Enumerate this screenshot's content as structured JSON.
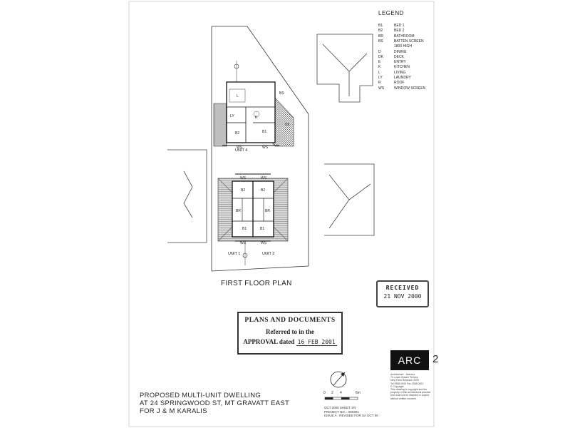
{
  "legend": {
    "title": "LEGEND",
    "items": [
      {
        "code": "B1",
        "desc": "BED 1"
      },
      {
        "code": "B2",
        "desc": "BED 2"
      },
      {
        "code": "BR",
        "desc": "BATHROOM"
      },
      {
        "code": "BS",
        "desc": "BATTEN SCREEN"
      },
      {
        "code": "",
        "desc": "1800 HIGH"
      },
      {
        "code": "D",
        "desc": "DINING"
      },
      {
        "code": "DK",
        "desc": "DECK"
      },
      {
        "code": "E",
        "desc": "ENTRY"
      },
      {
        "code": "K",
        "desc": "KITCHEN"
      },
      {
        "code": "L",
        "desc": "LIVING"
      },
      {
        "code": "LY",
        "desc": "LAUNDRY"
      },
      {
        "code": "R",
        "desc": "ROOF"
      },
      {
        "code": "WS",
        "desc": "WINDOW SCREEN"
      }
    ]
  },
  "plan": {
    "unit4_label": "UNIT 4",
    "unit1_label": "UNIT 1",
    "unit2_label": "UNIT 2",
    "room_labels": {
      "u4_living": "L",
      "u4_bs": "BS",
      "u4_ly": "LY",
      "u4_k": "K",
      "u4_b2": "B2",
      "u4_b1": "B1",
      "u4_dk": "DK",
      "u4_ws_left": "WS",
      "u4_ws_right": "WS",
      "u12_ws_top_l": "WS",
      "u12_ws_top_r": "WS",
      "u12_b2_l": "B2",
      "u12_b2_r": "B2",
      "u12_br_l": "BR",
      "u12_br_r": "BR",
      "u12_b1_l": "B1",
      "u12_b1_r": "B1",
      "u12_ws_bot_l": "WS",
      "u12_ws_bot_r": "WS"
    },
    "floor_title": "FIRST FLOOR PLAN"
  },
  "stamps": {
    "plans": {
      "line1": "PLANS AND DOCUMENTS",
      "line2": "Referred to in the",
      "line3_prefix": "APPROVAL dated",
      "date": "16 FEB 2001"
    },
    "received": {
      "line1": "RECEIVED",
      "line2": "21 NOV 2000"
    }
  },
  "title_block": {
    "line1": "PROPOSED MULTI-UNIT DWELLING",
    "line2": "AT 24 SPRINGWOOD ST, MT GRAVATT EAST",
    "line3": "FOR J & M KARALIS",
    "scale": {
      "zero": "0",
      "two": "2",
      "four": "4",
      "six": "6m"
    },
    "date_line": "OCT 2000     SHEET 3/4",
    "project_line": "PROJECT NO. : 000301",
    "issue_line": "ISSUE A  -  REVISED FOR SA OCT 00"
  },
  "firm": {
    "logo": "ARC",
    "logo_number": "2",
    "info": "Architecture . Interiors\n74 Lower Bowen Terrace\nNew Farm Brisbane 4005\nTel 3358 0000 Fax 3358 0001\n© Copyright\nThis drawing is copyright and the property of this architectural practice and must not be retained or copied without written consent."
  }
}
